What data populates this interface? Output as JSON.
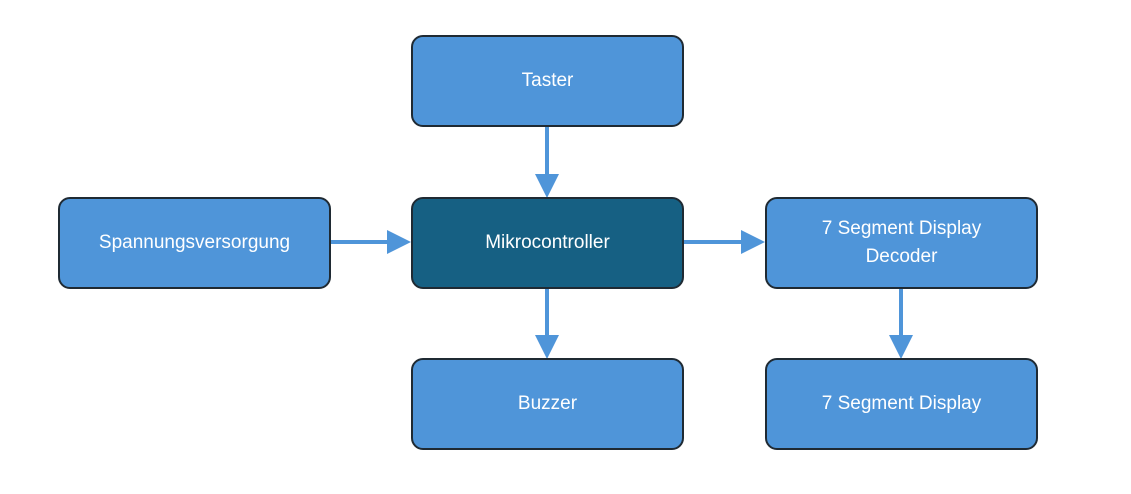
{
  "diagram": {
    "nodes": {
      "taster": "Taster",
      "spannungsversorgung": "Spannungsversorgung",
      "mikrocontroller": "Mikrocontroller",
      "decoder": "7 Segment Display Decoder",
      "buzzer": "Buzzer",
      "display": "7 Segment Display"
    },
    "edges": [
      {
        "from": "Taster",
        "to": "Mikrocontroller"
      },
      {
        "from": "Spannungsversorgung",
        "to": "Mikrocontroller"
      },
      {
        "from": "Mikrocontroller",
        "to": "7 Segment Display Decoder"
      },
      {
        "from": "Mikrocontroller",
        "to": "Buzzer"
      },
      {
        "from": "7 Segment Display Decoder",
        "to": "7 Segment Display"
      }
    ],
    "colors": {
      "node_fill": "#4f95d9",
      "center_fill": "#166083",
      "node_border": "#1f2a33",
      "arrow": "#4f95d9",
      "text": "#ffffff"
    }
  }
}
